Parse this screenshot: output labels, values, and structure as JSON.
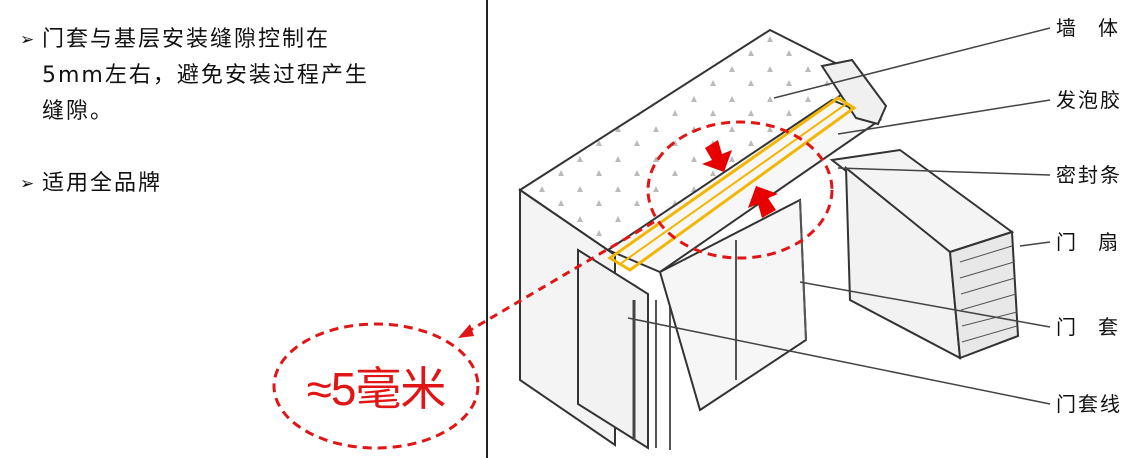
{
  "bullets": [
    {
      "marker": "➢",
      "text": "门套与基层安装缝隙控制在5mm左右，避免安装过程产生缝隙。"
    },
    {
      "marker": "➢",
      "text": "适用全品牌"
    }
  ],
  "callout": {
    "text": "≈5毫米",
    "color": "#e01515"
  },
  "diagram": {
    "labels": [
      "墙体",
      "发泡胶",
      "密封条",
      "门扇",
      "门套",
      "门套线"
    ],
    "highlight_color": "#f2b705",
    "arrow_color": "#e60000"
  }
}
